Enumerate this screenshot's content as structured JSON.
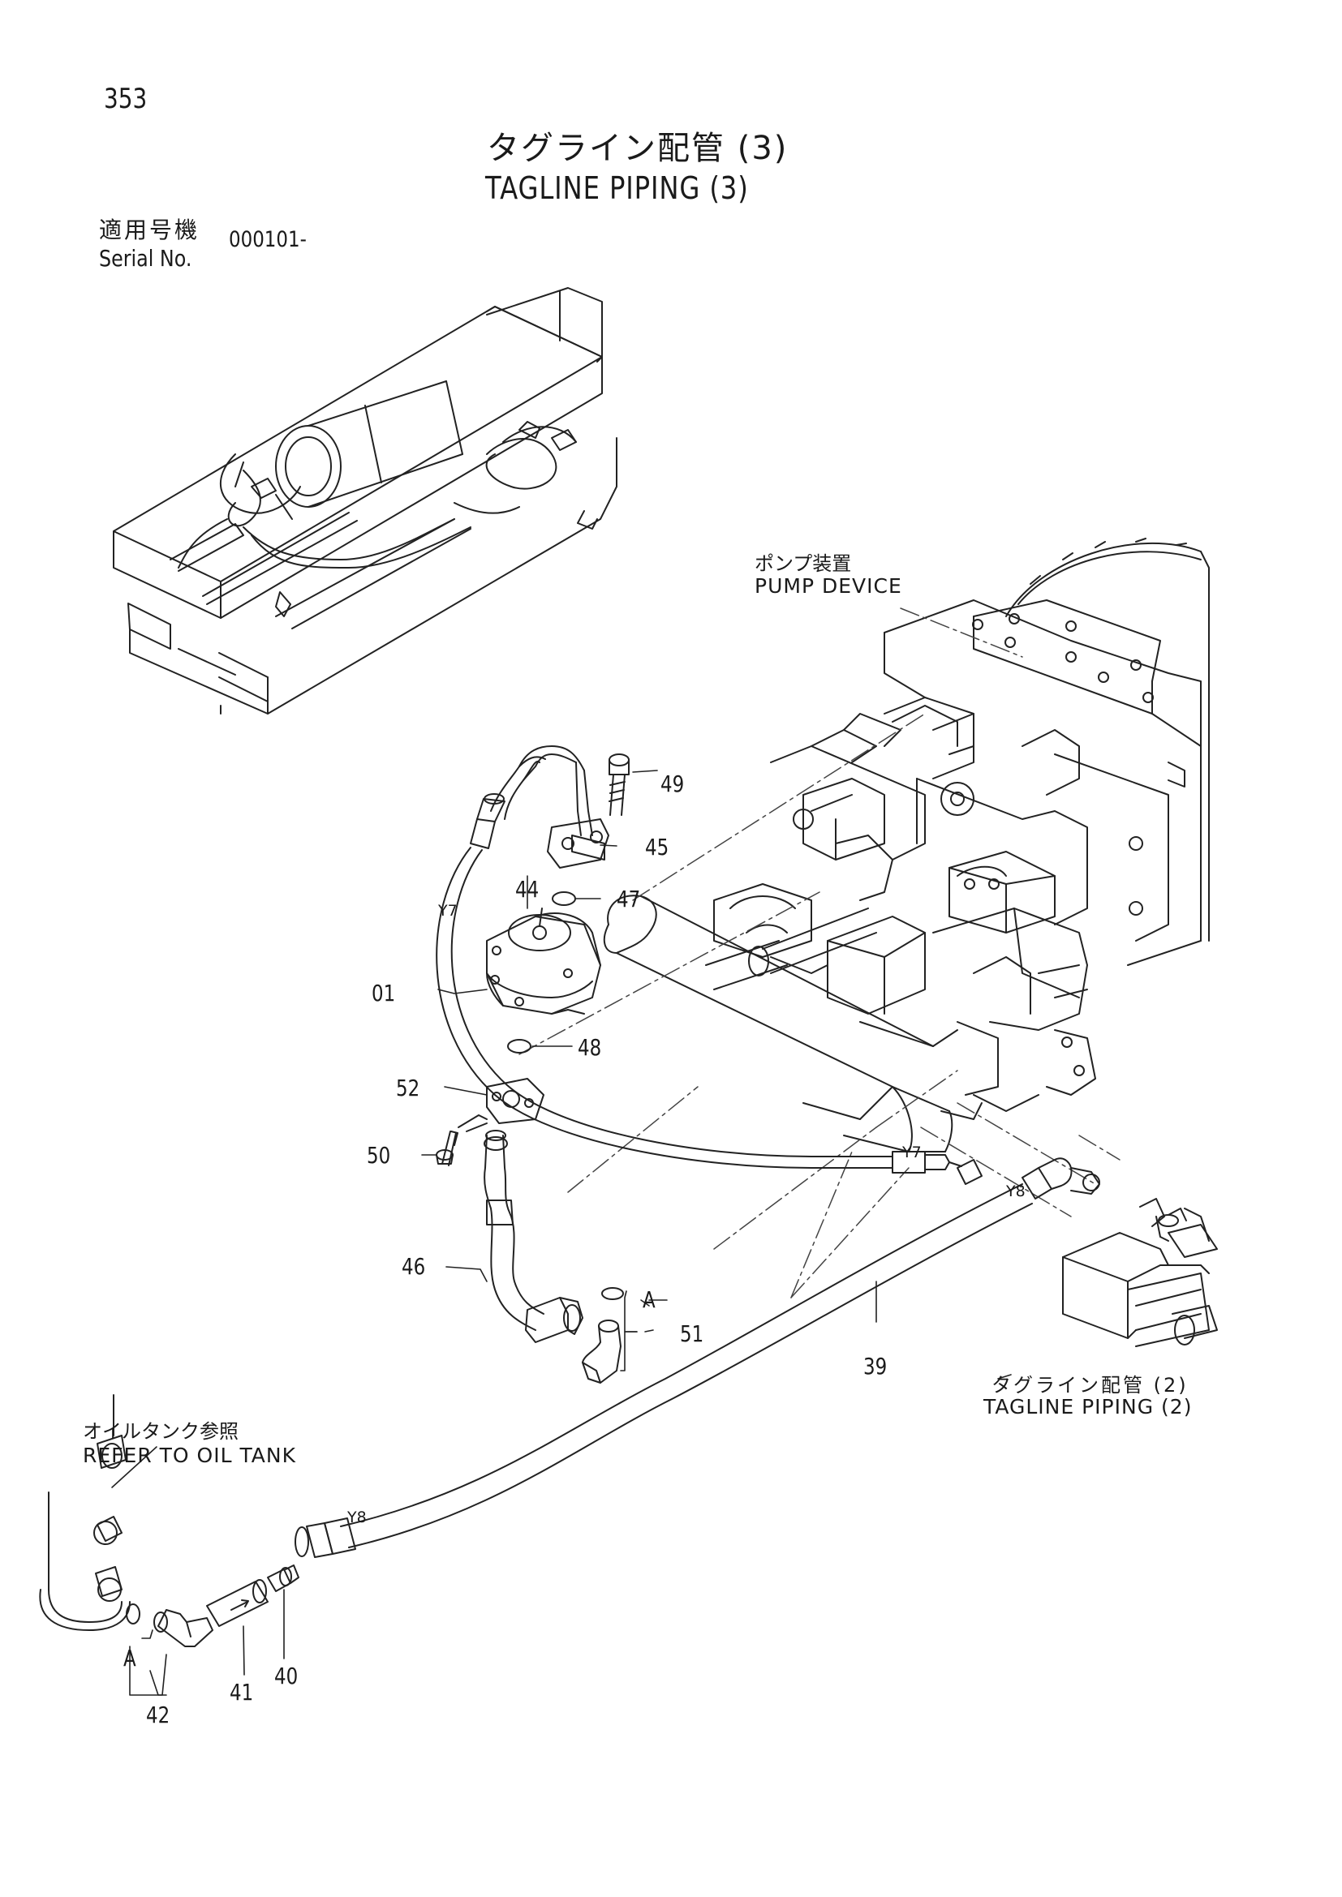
{
  "page_number": "353",
  "title": {
    "jp": "タグライン配管 (3)",
    "en": "TAGLINE PIPING (3)"
  },
  "serial": {
    "label_jp": "適用号機",
    "label_en": "Serial No.",
    "value": "000101-"
  },
  "notes": {
    "pump_device": {
      "jp": "ポンプ装置",
      "en": "PUMP DEVICE"
    },
    "tagline_piping_2": {
      "jp": "タグライン配管 (2)",
      "en": "TAGLINE PIPING (2)"
    },
    "refer_oil_tank": {
      "jp": "オイルタンク参照",
      "en": "REFER TO OIL TANK"
    }
  },
  "part_numbers": {
    "p49": "49",
    "p45": "45",
    "p47": "47",
    "p44": "44",
    "p01": "01",
    "p48": "48",
    "p52": "52",
    "p50": "50",
    "p46": "46",
    "p51": "51",
    "p39": "39",
    "p40": "40",
    "p41": "41",
    "p42": "42"
  },
  "tags": {
    "y7_upper": "Y7",
    "y7_lower": "Y7",
    "y8_right": "Y8",
    "y8_left": "Y8",
    "a_upper": "A",
    "a_lower": "A"
  }
}
